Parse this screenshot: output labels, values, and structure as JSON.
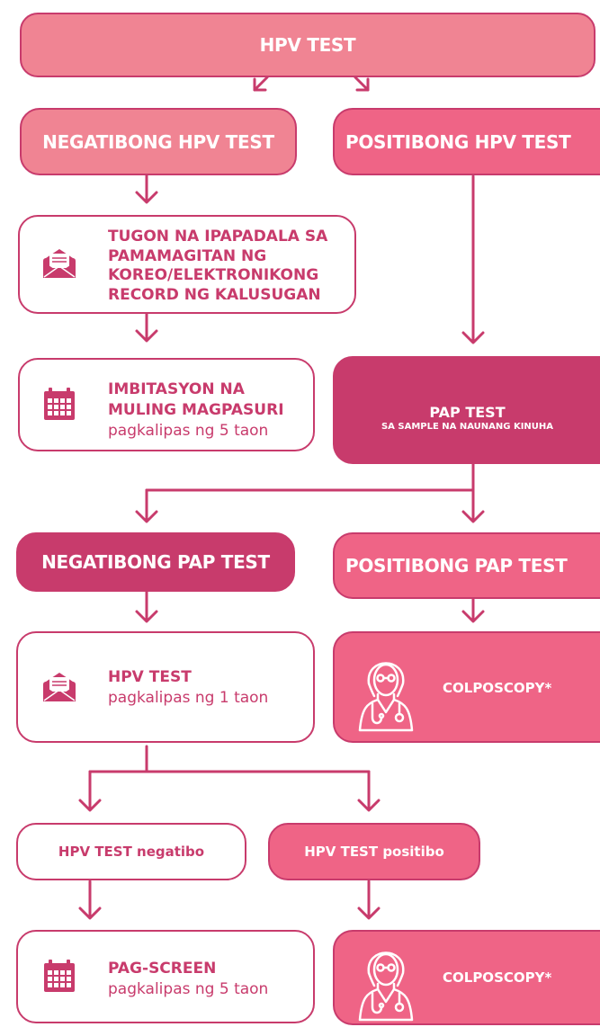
{
  "nodes": {
    "hpv_test": "HPV TEST",
    "neg_hpv": "NEGATIBONG HPV TEST",
    "pos_hpv": "POSITIBONG HPV TEST",
    "reply": "TUGON NA IPAPADALA SA PAMAMAGITAN NG KOREO/ELEKTRONIKONG RECORD NG KALUSUGAN",
    "invite_title": "IMBITASYON NA MULING MAGPASURI",
    "invite_sub": "pagkalipas ng 5 taon",
    "pap_title": "PAP TEST",
    "pap_sub": "SA SAMPLE NA NAUNANG KINUHA",
    "neg_pap": "NEGATIBONG PAP TEST",
    "pos_pap": "POSITIBONG PAP TEST",
    "hpv_1_title": "HPV TEST",
    "hpv_1_sub": "pagkalipas ng 1 taon",
    "colpo_1": "COLPOSCOPY*",
    "hpv_neg": "HPV TEST negatibo",
    "hpv_pos": "HPV TEST positibo",
    "screen_title": "PAG-SCREEN",
    "screen_sub": "pagkalipas ng 5 taon",
    "colpo_2": "COLPOSCOPY*"
  },
  "colors": {
    "dark": "#c83b6c",
    "mid": "#ef6486",
    "light": "#f08493"
  },
  "icons": [
    "envelope-icon",
    "calendar-icon",
    "doctor-icon"
  ]
}
